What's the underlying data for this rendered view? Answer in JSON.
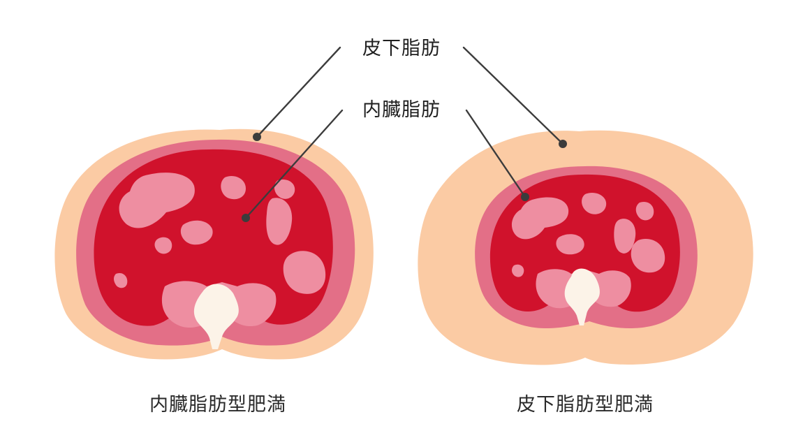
{
  "labels": {
    "subcutaneous_fat": "皮下脂肪",
    "visceral_fat": "内臓脂肪"
  },
  "captions": {
    "left": "内臓脂肪型肥満",
    "right": "皮下脂肪型肥満"
  },
  "colors": {
    "subcutaneous_fat": "#FBCBA4",
    "muscle_layer": "#E36F87",
    "visceral_cavity": "#D0122C",
    "fat_spots": "#EE8EA1",
    "spine": "#FCF3E8",
    "leader_line": "#3C3C3C"
  }
}
